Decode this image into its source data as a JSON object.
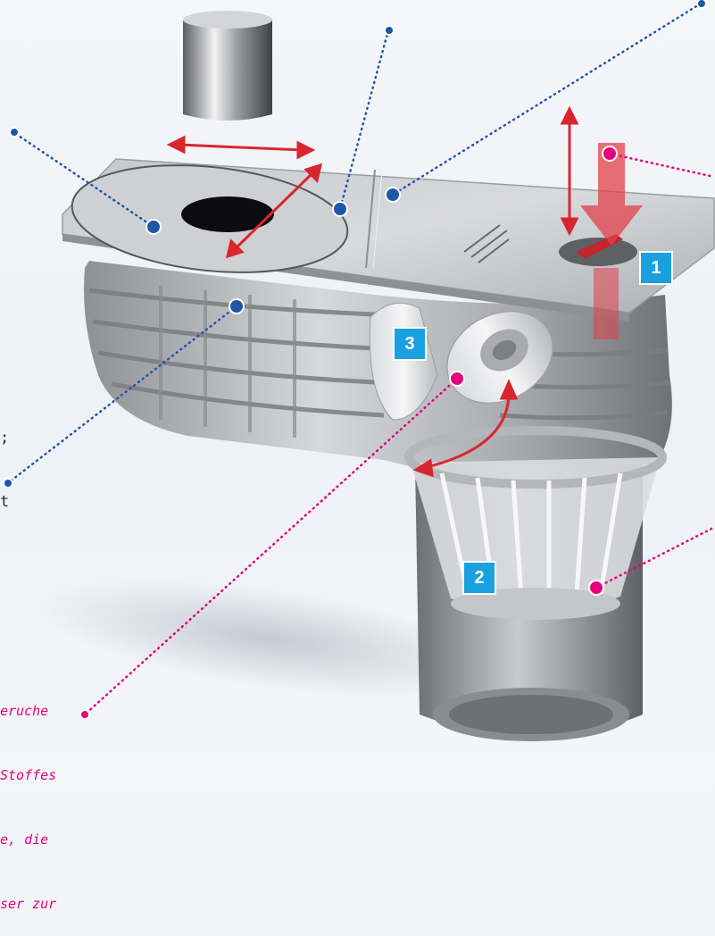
{
  "colors": {
    "callout_blue": "#1f56a8",
    "callout_magenta": "#e6007e",
    "arrow_red": "#d8262f",
    "badge_blue": "#1aa0de"
  },
  "badges": [
    {
      "id": "1",
      "label": "1"
    },
    {
      "id": "2",
      "label": "2"
    },
    {
      "id": "3",
      "label": "3"
    }
  ],
  "text_fragments": {
    "left_clipped": [
      ";",
      "t"
    ],
    "bottom_clipped": [
      "eruche",
      "Stoffes",
      "e, die",
      "ser zur"
    ]
  }
}
